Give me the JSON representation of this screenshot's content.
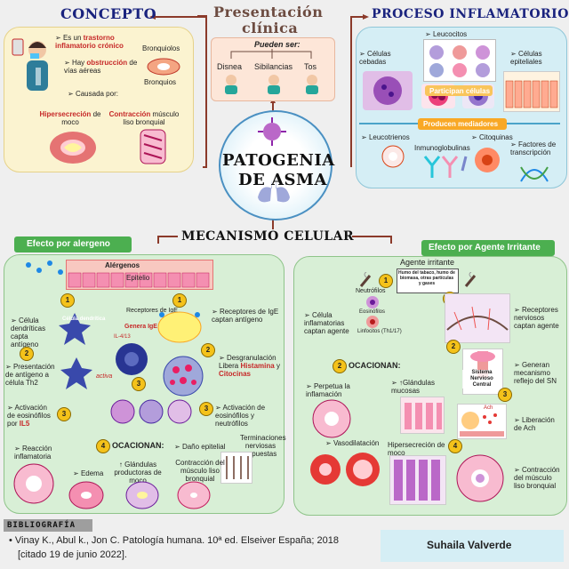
{
  "concepto": {
    "title": "CONCEPTO",
    "b1_pre": "Es un",
    "b1_highlight": "trastorno inflamatorio crónico",
    "b2_pre": "Hay",
    "b2_highlight": "obstrucción",
    "b2_post": "de vías aéreas",
    "bronquiolos": "Bronquiolos",
    "bronquios": "Bronquios",
    "causada": "Causada por:",
    "hiper_highlight": "Hipersecreción",
    "hiper_post": "de moco",
    "contr_highlight": "Contracción",
    "contr_post": "músculo liso bronquial"
  },
  "presentacion": {
    "title_line1": "Presentación",
    "title_line2": "clínica",
    "pueden": "Pueden ser:",
    "items": [
      "Disnea",
      "Sibilancias",
      "Tos"
    ]
  },
  "proceso": {
    "title": "PROCESO INFLAMATORIO",
    "leucocitos": "Leucocitos",
    "cebadas": "Células cebadas",
    "epiteliales": "Células epiteliales",
    "participan": "Participan células",
    "producen": "Producen mediadores",
    "leucotrienos": "Leucotrienos",
    "inmunoglobulinas": "Inmunoglobulinas",
    "citoquinas": "Citoquinas",
    "factores": "Factores de transcripción"
  },
  "center": {
    "line1": "PATOGENIA",
    "line2": "DE ASMA"
  },
  "mecanismo": {
    "title": "MECANISMO CELULAR"
  },
  "alergeno": {
    "title": "Efecto por alergeno",
    "alergenos": "Alérgenos",
    "epitelio": "Epitelio",
    "celula_dendritica": "Célula dendrítica",
    "b_dendriticas": "Célula dendríticas capta antígeno",
    "receptores_ige": "Receptores de IgE",
    "genera_ige": "Genera IgE",
    "il": "IL-4/13",
    "captan": "Receptores de IgE captan antígeno",
    "presentacion": "Presentación de antígeno a célula Th2",
    "activa": "activa",
    "desgranulacion_pre": "Desgranulación Libera",
    "histamina": "Histamina",
    "y": "y",
    "citocinas": "Citocinas",
    "activacion_il5_pre": "Activación de eosinófilos por",
    "il5": "IL5",
    "activacion_eos": "Activación de eosinófilos y neutrófilos",
    "reaccion": "Reacción inflamatoria",
    "ocacionan": "OCACIONAN:",
    "dano": "Daño epitelial",
    "terminaciones": "Terminaciones nerviosas expuestas",
    "edema": "Edema",
    "glandulas": "↑ Glándulas productoras de moco",
    "contraccion": "Contracción del músculo liso bronquial"
  },
  "irritante": {
    "title": "Efecto por Agente Irritante",
    "agente": "Agente irritante",
    "humo": "Humo del tabaco, humo de biomasa, otras partículas y gases",
    "neutrofilos": "Neutrófilos",
    "eosinofilos": "Eosinófilos",
    "linfocitos": "Linfocitos (Th1/17)",
    "celula_infl": "Célula inflamatorias captan agente",
    "receptores": "Receptores nerviosos captan agente",
    "ocacionan": "OCACIONAN:",
    "perpetua": "Perpetua la inflamación",
    "glandulas": "↑Glándulas mucosas",
    "sistema": "Sistema Nervioso Central",
    "generan": "Generan mecanismo reflejo del SN",
    "vasodilatacion": "Vasodilatación",
    "hiper": "Hipersecreción de moco",
    "liberacion": "Liberación de Ach",
    "contraccion": "Contracción del músculo liso bronquial",
    "ach": "Ach"
  },
  "numbers": [
    "1",
    "2",
    "3",
    "4"
  ],
  "bibliografia": {
    "title": "BIBLIOGRAFÍA",
    "line1": "Vinay K., Abul k., Jon C. Patología humana. 10ª ed. Elseiver España; 2018",
    "line2": "[citado 19 de junio 2022]."
  },
  "author": "Suhaila Valverde",
  "colors": {
    "concepto_bg": "#fbf3d0",
    "proceso_bg": "#d5eef5",
    "alergeno_bg": "#d8efd6",
    "irritante_bg": "#d8efd6",
    "header_green": "#4caf50",
    "accent_red": "#c62828",
    "dark_blue": "#1a237e"
  }
}
